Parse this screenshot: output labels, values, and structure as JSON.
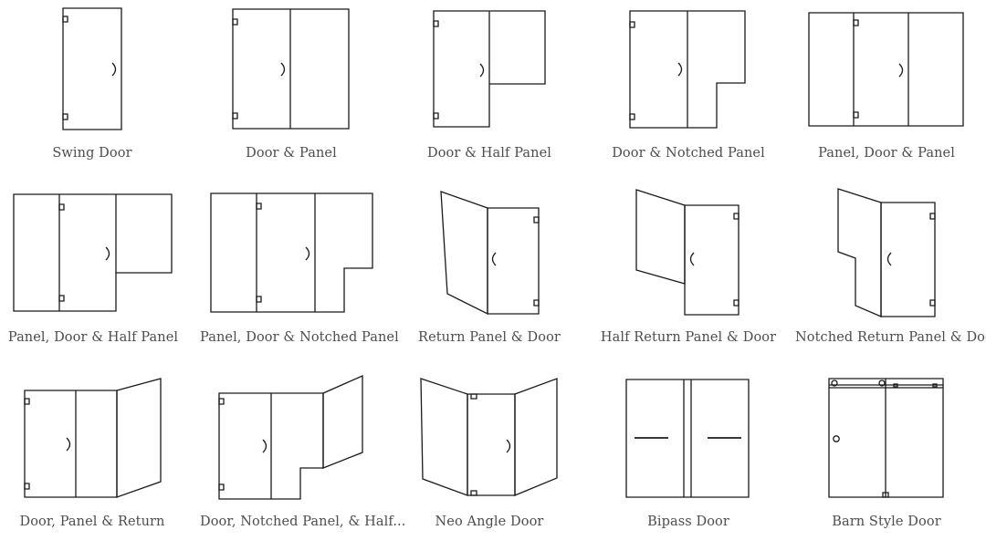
{
  "styles": {
    "line_color": "#1a1a1a",
    "label_color": "#4d4d4d",
    "background": "#ffffff"
  },
  "options": [
    {
      "id": "swing-door",
      "label": "Swing Door"
    },
    {
      "id": "door-panel",
      "label": "Door & Panel"
    },
    {
      "id": "door-half-panel",
      "label": "Door & Half Panel"
    },
    {
      "id": "door-notched-panel",
      "label": "Door & Notched Panel"
    },
    {
      "id": "panel-door-panel",
      "label": "Panel, Door & Panel"
    },
    {
      "id": "panel-door-half-panel",
      "label": "Panel, Door & Half Panel"
    },
    {
      "id": "panel-door-notched-panel",
      "label": "Panel, Door & Notched Panel"
    },
    {
      "id": "return-panel-door",
      "label": "Return Panel & Door"
    },
    {
      "id": "half-return-panel-door",
      "label": "Half Return Panel & Door"
    },
    {
      "id": "notched-return-panel-door",
      "label": "Notched Return Panel & Door"
    },
    {
      "id": "door-panel-return",
      "label": "Door, Panel & Return"
    },
    {
      "id": "door-notched-panel-half",
      "label": "Door, Notched Panel, & Half..."
    },
    {
      "id": "neo-angle-door",
      "label": "Neo Angle Door"
    },
    {
      "id": "bipass-door",
      "label": "Bipass Door"
    },
    {
      "id": "barn-style-door",
      "label": "Barn Style Door"
    }
  ]
}
